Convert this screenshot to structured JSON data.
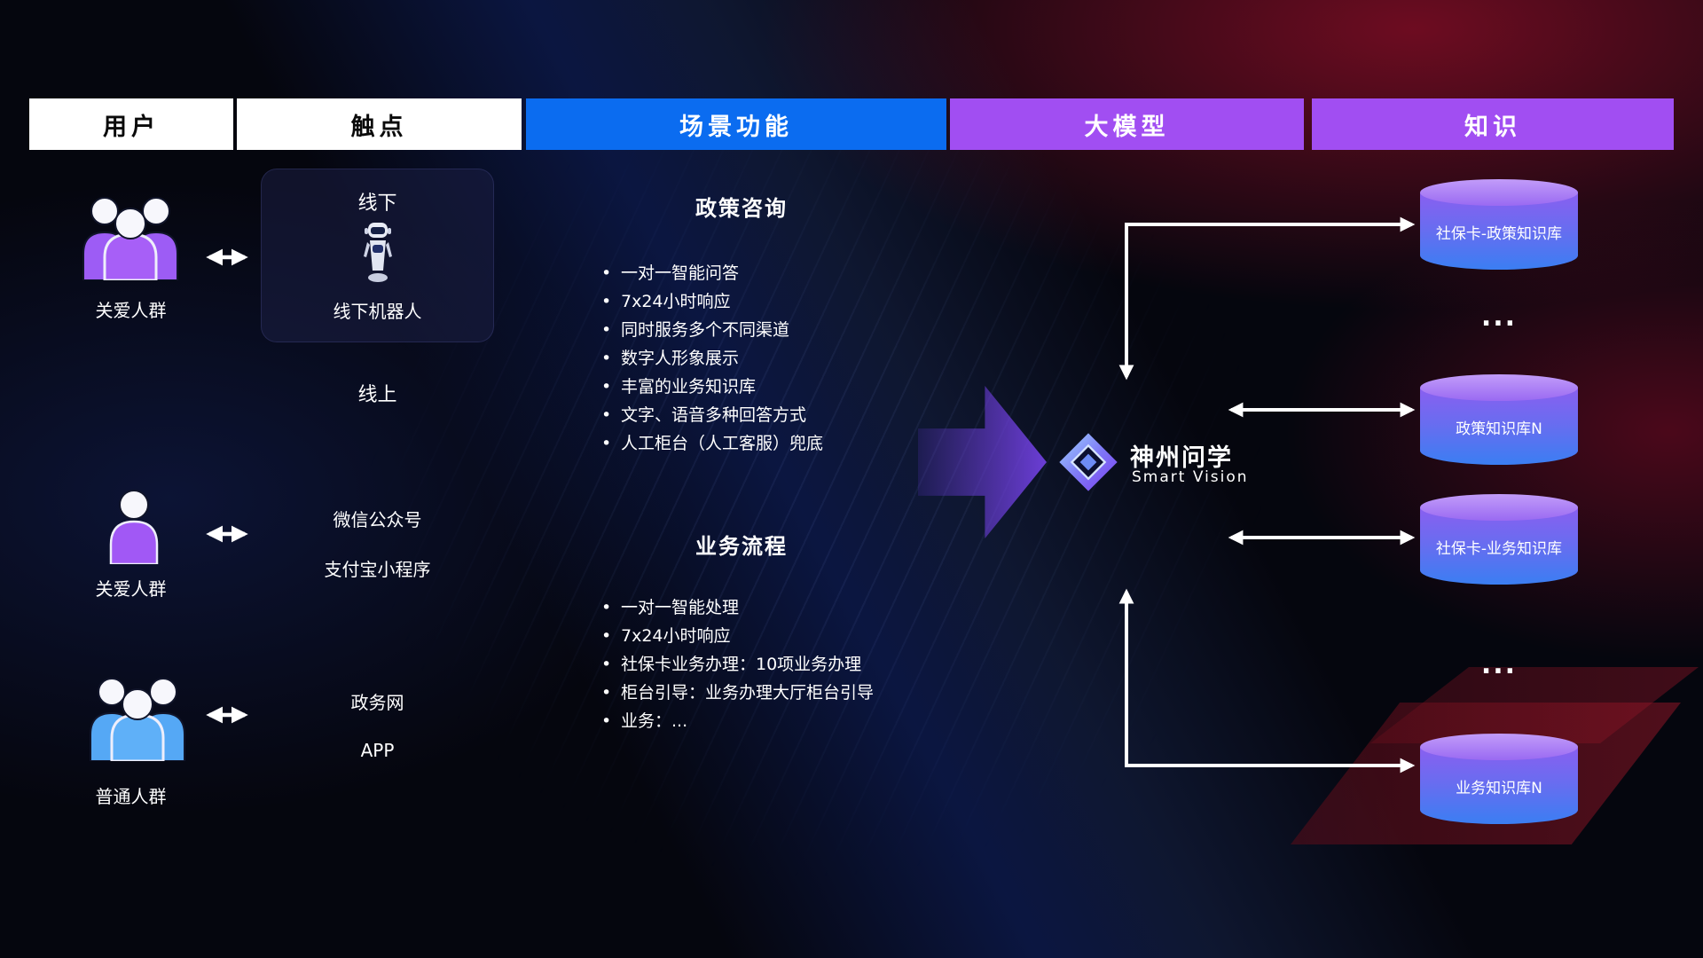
{
  "headers": [
    {
      "label": "用户",
      "style": "white"
    },
    {
      "label": "触点",
      "style": "white"
    },
    {
      "label": "场景功能",
      "style": "blue"
    },
    {
      "label": "大模型",
      "style": "purple"
    },
    {
      "label": "知识",
      "style": "purple"
    }
  ],
  "users": [
    {
      "label": "关爱人群",
      "icon": "people-group-icon",
      "color": "#9d5cf5"
    },
    {
      "label": "关爱人群",
      "icon": "person-icon",
      "color": "#a158f5"
    },
    {
      "label": "普通人群",
      "icon": "people-group-icon",
      "color": "#55a8f5"
    }
  ],
  "touchpoints": {
    "offline_card": {
      "title": "线下",
      "robot_label": "线下机器人"
    },
    "online_label": "线上",
    "channels": [
      "微信公众号",
      "支付宝小程序",
      "政务网",
      "APP"
    ]
  },
  "scenarios": [
    {
      "title": "政策咨询",
      "items": [
        "一对一智能问答",
        "7x24小时响应",
        "同时服务多个不同渠道",
        "数字人形象展示",
        "丰富的业务知识库",
        "文字、语音多种回答方式",
        "人工柜台（人工客服）兜底"
      ]
    },
    {
      "title": "业务流程",
      "items": [
        "一对一智能处理",
        "7x24小时响应",
        "社保卡业务办理：10项业务办理",
        "柜台引导：业务办理大厅柜台引导",
        "业务：..."
      ]
    }
  ],
  "model": {
    "name": "神州问学",
    "subtitle": "Smart Vision"
  },
  "knowledge": {
    "databases": [
      "社保卡-政策知识库",
      "政策知识库N",
      "社保卡-业务知识库",
      "业务知识库N"
    ],
    "ellipsis": "..."
  },
  "colors": {
    "header_blue": "#0b6cf0",
    "header_purple": "#a14ef2",
    "db_top": "#b98ef8",
    "db_bottom": "#3b7ef2",
    "people_purple": "#9d5cf5",
    "people_blue": "#55a8f5",
    "arrow_white": "#ffffff",
    "flow_arrow_purple": "#7844ee",
    "bg_red_glow": "#c01232",
    "bg_blue_band": "#1c44d2"
  }
}
